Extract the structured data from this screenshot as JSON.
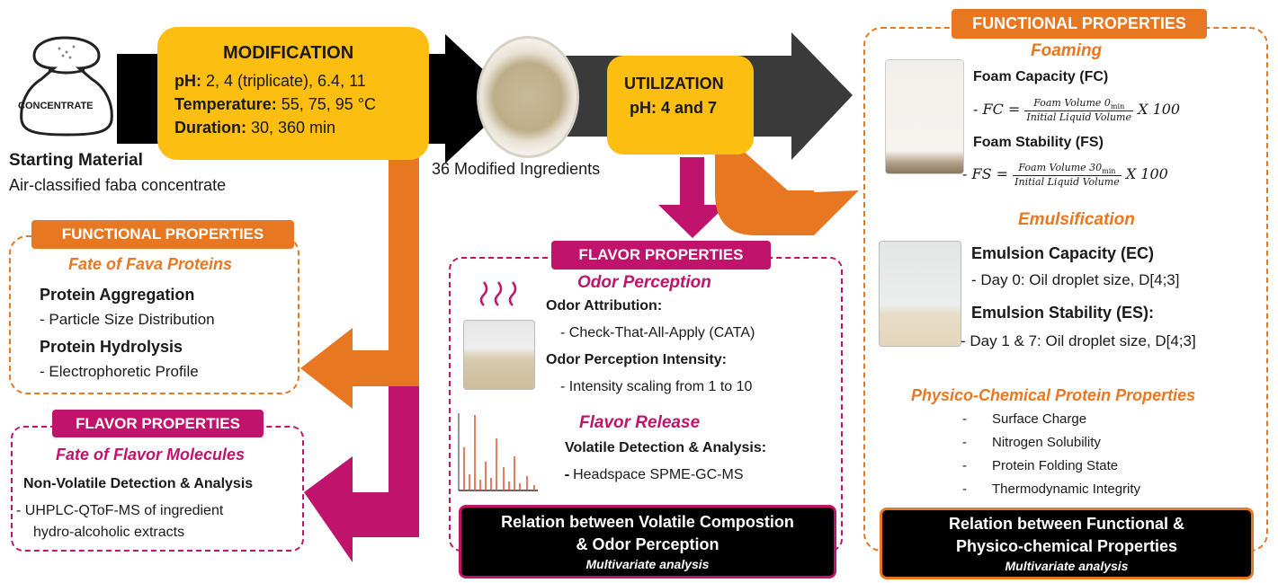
{
  "starting": {
    "icon_label": "CONCENTRATE",
    "title": "Starting Material",
    "subtitle": "Air-classified faba concentrate"
  },
  "modification": {
    "title": "MODIFICATION",
    "ph_label": "pH:",
    "ph_value": " 2, 4 (triplicate), 6.4, 11",
    "temp_label": "Temperature:",
    "temp_value": " 55, 75, 95 °C",
    "dur_label": "Duration:",
    "dur_value": " 30, 360 min"
  },
  "modified_ingredients": "36 Modified Ingredients",
  "utilization": {
    "title": "UTILIZATION",
    "ph_label": "pH:",
    "ph_value": " 4 and 7"
  },
  "left_functional": {
    "tag": "FUNCTIONAL PROPERTIES",
    "subtitle": "Fate of Fava Proteins",
    "h1": "Protein Aggregation",
    "i1": "-    Particle Size Distribution",
    "h2": "Protein Hydrolysis",
    "i2": "-    Electrophoretic Profile"
  },
  "left_flavor": {
    "tag": "FLAVOR PROPERTIES",
    "subtitle": "Fate of Flavor Molecules",
    "h1": "Non-Volatile Detection & Analysis",
    "i1a": "-   UHPLC-QToF-MS of ingredient",
    "i1b": "hydro-alcoholic extracts"
  },
  "mid_flavor": {
    "tag": "FLAVOR PROPERTIES",
    "sub1": "Odor Perception",
    "h1": "Odor Attribution:",
    "i1": "- Check-That-All-Apply (CATA)",
    "h2": "Odor Perception Intensity:",
    "i2": "- Intensity scaling from 1 to 10",
    "sub2": "Flavor Release",
    "h3": "Volatile Detection & Analysis:",
    "i3": "- Headspace SPME-GC-MS",
    "rel1": "Relation between Volatile Compostion",
    "rel2": "& Odor Perception",
    "rel3": "Multivariate analysis"
  },
  "right_functional": {
    "tag": "FUNCTIONAL PROPERTIES",
    "foaming": "Foaming",
    "fc_title": "Foam Capacity (FC)",
    "fc_lhs": "- FC =",
    "fc_num": "Foam Volume 0",
    "fc_sub": "min",
    "fc_den": "Initial Liquid Volume",
    "fc_tail": "X 100",
    "fs_title": "Foam Stability (FS)",
    "fs_lhs": "- FS =",
    "fs_num": "Foam Volume 30",
    "fs_sub": "min",
    "fs_den": "Initial Liquid Volume",
    "fs_tail": "X 100",
    "emulsification": "Emulsification",
    "ec_title": "Emulsion Capacity (EC)",
    "ec_item": "- Day 0: Oil droplet size, D[4;3]",
    "es_title": "Emulsion Stability (ES):",
    "es_item": "- Day 1 & 7: Oil droplet size, D[4;3]",
    "physchem": "Physico-Chemical Protein Properties",
    "p1": "Surface Charge",
    "p2": "Nitrogen Solubility",
    "p3": "Protein Folding State",
    "p4": "Thermodynamic Integrity",
    "dash": "-",
    "rel1": "Relation between Functional &",
    "rel2": "Physico-chemical Properties",
    "rel3": "Multivariate analysis"
  },
  "colors": {
    "orange": "#e87722",
    "magenta": "#c0136b",
    "yellow": "#fcbe11",
    "dark": "#3a3a3a",
    "black": "#000000"
  }
}
